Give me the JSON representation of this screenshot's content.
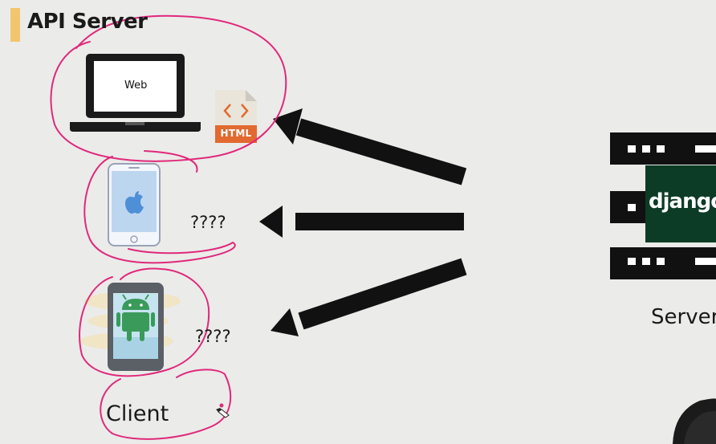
{
  "title": "API Server",
  "devices": {
    "web_screen_label": "Web",
    "html_badge": "HTML",
    "ios_question": "????",
    "android_question": "????"
  },
  "client_label": "Client",
  "server": {
    "framework_label": "django",
    "label": "Server"
  },
  "colors": {
    "accent_bar": "#f2c66d",
    "annotation": "#e0297a",
    "arrow": "#111111",
    "django_green": "#0c3c26",
    "html_orange": "#e2692f"
  }
}
